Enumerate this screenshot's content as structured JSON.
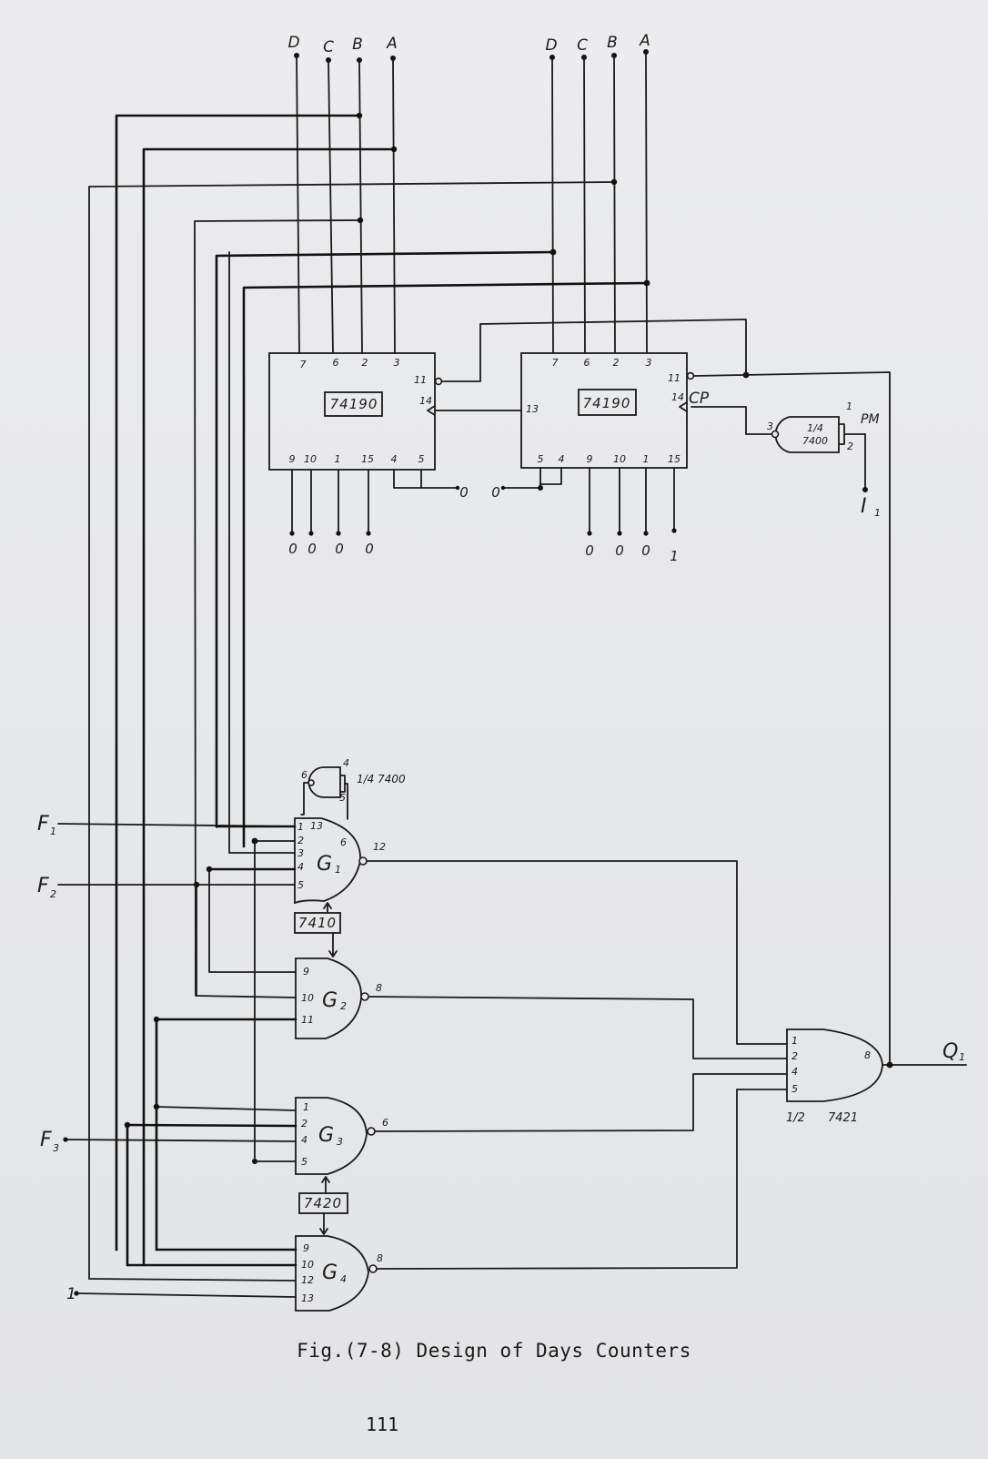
{
  "caption": "Fig.(7-8) Design of Days Counters",
  "page_number": "111",
  "bus_left": {
    "D": "D",
    "C": "C",
    "B": "B",
    "A": "A"
  },
  "bus_right": {
    "D": "D",
    "C": "C",
    "B": "B",
    "A": "A"
  },
  "counter_left": {
    "chip": "74190",
    "top_pins": [
      "7",
      "6",
      "2",
      "3"
    ],
    "side_pins": [
      "11",
      "14"
    ],
    "bottom_pins": [
      "9",
      "10",
      "1",
      "15",
      "4",
      "5"
    ],
    "inputs": [
      "0",
      "0",
      "0",
      "0"
    ],
    "enable_value": "0"
  },
  "counter_right": {
    "chip": "74190",
    "top_pins": [
      "7",
      "6",
      "2",
      "3"
    ],
    "side_pins": [
      "11",
      "14",
      "13"
    ],
    "cp_label": "CP",
    "bottom_pins": [
      "5",
      "4",
      "9",
      "10",
      "1",
      "15"
    ],
    "inputs": [
      "0",
      "0",
      "0",
      "1"
    ],
    "enable_value": "0"
  },
  "nand_pm": {
    "chip_line1": "1/4",
    "chip_line2": "7400",
    "pins": [
      "3",
      "1",
      "2"
    ],
    "input_label": "PM",
    "input2_label": "I",
    "input2_sub": "1"
  },
  "nand_top": {
    "chip": "1/4 7400",
    "pins": [
      "6",
      "4",
      "5"
    ]
  },
  "inputs": {
    "F1": "F",
    "F1_sub": "1",
    "F2": "F",
    "F2_sub": "2",
    "F3": "F",
    "F3_sub": "3",
    "one": "1"
  },
  "gates": {
    "G1": {
      "label": "G",
      "sub": "1",
      "pins": [
        "1",
        "13",
        "2",
        "3",
        "4",
        "5"
      ],
      "out_pin": "12",
      "aux_pin": "6"
    },
    "G2": {
      "label": "G",
      "sub": "2",
      "pins": [
        "9",
        "10",
        "11"
      ],
      "out_pin": "8"
    },
    "G3": {
      "label": "G",
      "sub": "3",
      "pins": [
        "1",
        "2",
        "4",
        "5"
      ],
      "out_pin": "6"
    },
    "G4": {
      "label": "G",
      "sub": "4",
      "pins": [
        "9",
        "10",
        "12",
        "13"
      ],
      "out_pin": "8"
    }
  },
  "chip_7410": "7410",
  "chip_7420": "7420",
  "and_out": {
    "pins": [
      "1",
      "2",
      "4",
      "5"
    ],
    "out_pin": "8",
    "chip_part": "1/2",
    "chip": "7421",
    "output_label": "Q",
    "output_sub": "1"
  }
}
